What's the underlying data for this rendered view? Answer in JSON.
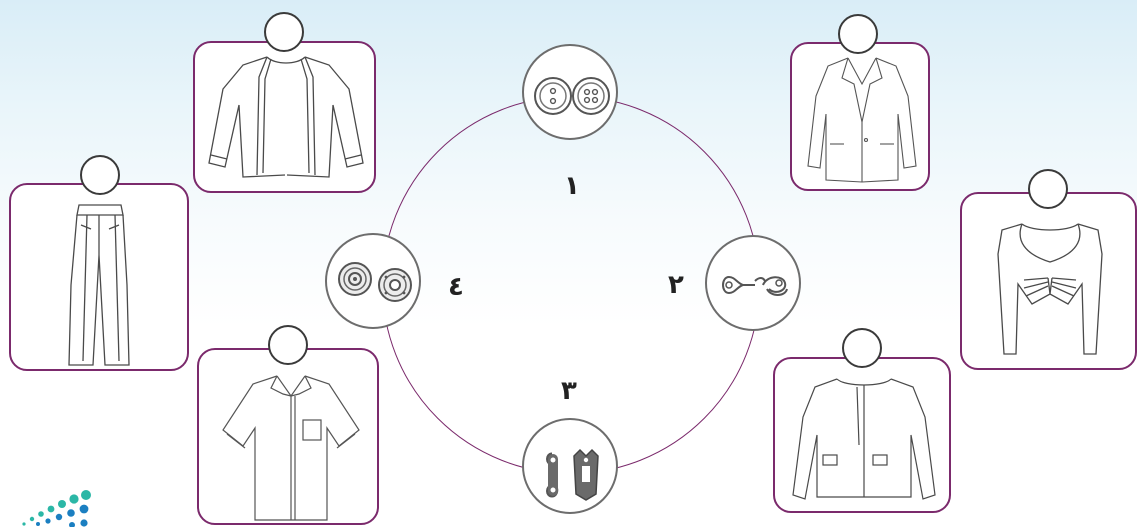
{
  "colors": {
    "frame": "#7b2a6c",
    "circle_stroke": "#6d6d6d",
    "sketch": "#4a4a4a",
    "logo_teal": "#2bb7a6",
    "logo_blue": "#1b7fc1"
  },
  "fasteners": [
    {
      "name": "buttons",
      "number": "١"
    },
    {
      "name": "hook-and-eye",
      "number": "٢"
    },
    {
      "name": "trouser-hook",
      "number": "٣"
    },
    {
      "name": "snap-fasteners",
      "number": "٤"
    }
  ],
  "garments": [
    {
      "name": "open-front-cardigan"
    },
    {
      "name": "classic-blazer"
    },
    {
      "name": "trousers"
    },
    {
      "name": "gathered-bolero"
    },
    {
      "name": "short-sleeve-shirt"
    },
    {
      "name": "pocket-jacket"
    }
  ]
}
